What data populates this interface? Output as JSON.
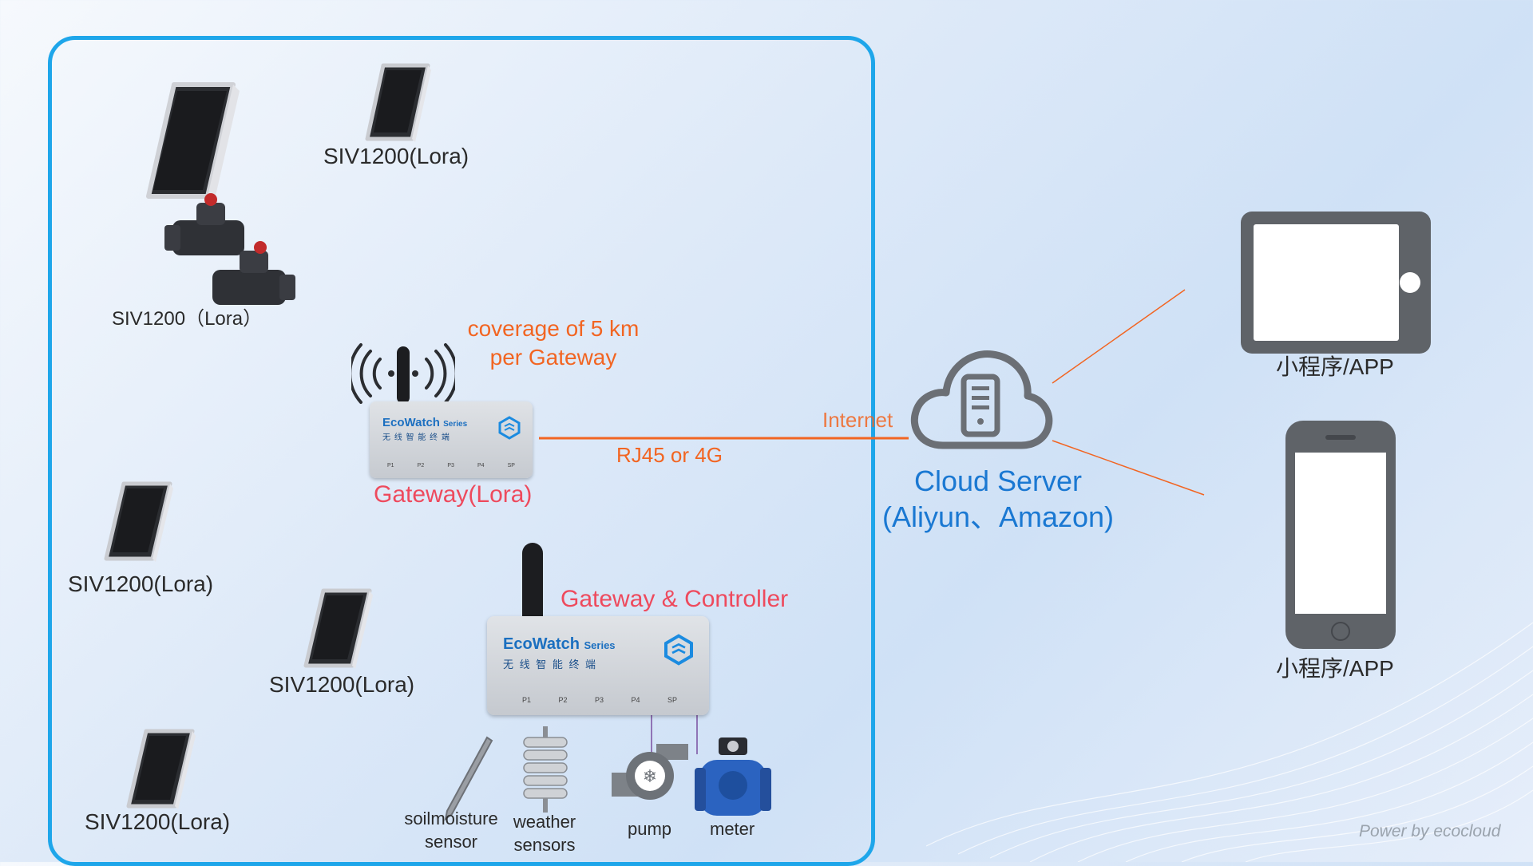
{
  "valves": {
    "label_top": "SIV1200(Lora)",
    "label_cluster": "SIV1200（Lora）",
    "label_mid_left": "SIV1200(Lora)",
    "label_mid": "SIV1200(Lora)",
    "label_bottom_left": "SIV1200(Lora)"
  },
  "gateway": {
    "coverage_line1": "coverage of 5 km",
    "coverage_line2": "per Gateway",
    "label": "Gateway(Lora)",
    "brand": "EcoWatch",
    "brand_suffix": "Series",
    "subtitle_cn": "无 线 智 能 终 端",
    "ports": [
      "P1",
      "P2",
      "P3",
      "P4",
      "SP"
    ]
  },
  "controller": {
    "label": "Gateway & Controller",
    "brand": "EcoWatch",
    "brand_suffix": "Series",
    "subtitle_cn": "无 线 智 能 终 端",
    "ports": [
      "P1",
      "P2",
      "P3",
      "P4",
      "SP"
    ]
  },
  "connection": {
    "internet": "Internet",
    "link": "RJ45 or 4G"
  },
  "cloud": {
    "line1": "Cloud Server",
    "line2": "(Aliyun、Amazon)"
  },
  "clients": {
    "tablet_label": "小程序/APP",
    "phone_label": "小程序/APP"
  },
  "sensors": {
    "soil_line1": "soilmoisture",
    "soil_line2": "sensor",
    "weather_line1": "weather",
    "weather_line2": "sensors",
    "pump": "pump",
    "meter": "meter"
  },
  "footer": {
    "credit": "Power by ecocloud"
  },
  "colors": {
    "frame": "#1ea6ea",
    "accent_orange": "#f26522",
    "accent_red": "#ee4a5d",
    "cloud_blue": "#1a78d2",
    "device_grey": "#5f6368"
  }
}
